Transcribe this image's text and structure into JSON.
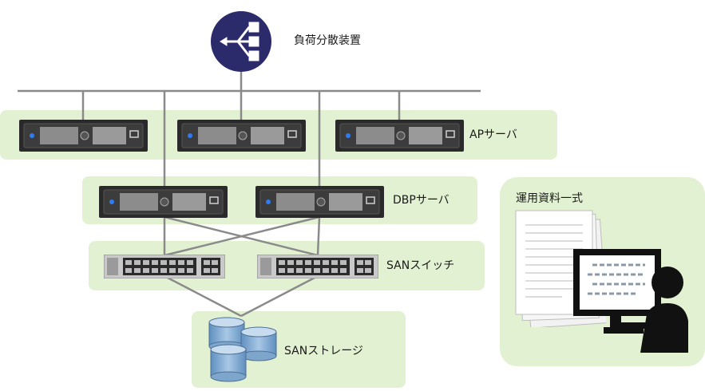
{
  "labels": {
    "load_balancer": "負荷分散装置",
    "ap_server": "APサーバ",
    "dbp_server": "DBPサーバ",
    "san_switch": "SANスイッチ",
    "san_storage": "SANストレージ",
    "ops_docs": "運用資料一式"
  },
  "icons": {
    "load_balancer": "load-balancer-icon",
    "server": "rack-server-icon",
    "switch": "network-switch-icon",
    "storage": "storage-disks-icon",
    "documents": "documents-icon",
    "operator": "operator-at-computer-icon"
  },
  "colors": {
    "zone_fill": "#e3f1d3",
    "load_balancer_fill": "#2b2a6b",
    "line": "#8a8a8a",
    "server_body": "#2a2a2a",
    "storage_blue": "#8db4d6"
  }
}
